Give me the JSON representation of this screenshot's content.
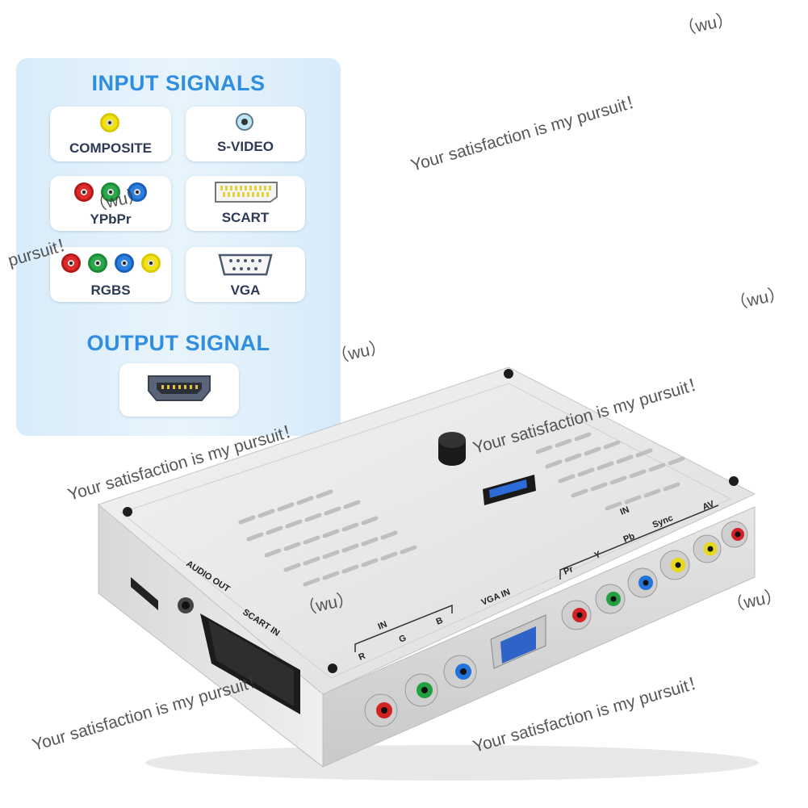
{
  "panel": {
    "input_title": "INPUT SIGNALS",
    "output_title": "OUTPUT SIGNAL",
    "inputs": [
      {
        "label": "COMPOSITE",
        "icon": "composite-jack-icon"
      },
      {
        "label": "S-VIDEO",
        "icon": "svideo-jack-icon"
      },
      {
        "label": "YPbPr",
        "icon": "ypbpr-jacks-icon"
      },
      {
        "label": "SCART",
        "icon": "scart-connector-icon"
      },
      {
        "label": "RGBS",
        "icon": "rgbs-jacks-icon"
      },
      {
        "label": "VGA",
        "icon": "vga-connector-icon"
      }
    ],
    "output": {
      "icon": "hdmi-connector-icon"
    },
    "colors": {
      "heading": "#2f8ee0",
      "label": "#2d3a55",
      "red": "#e02a2a",
      "green": "#2aa84a",
      "blue": "#2a7fe0",
      "yellow": "#f2e313"
    }
  },
  "watermark": {
    "text": "Your satisfaction is my pursuit！",
    "tag": "（wu）",
    "fragment": "pursuit！"
  },
  "device": {
    "labels": {
      "audio_out": "AUDIO OUT",
      "scart_in": "SCART IN",
      "vga_in": "VGA IN",
      "in": "IN",
      "r": "R",
      "g": "G",
      "b": "B",
      "pr": "Pr",
      "y": "Y",
      "pb": "Pb",
      "sync": "Sync",
      "av": "AV",
      "in2": "IN"
    }
  }
}
